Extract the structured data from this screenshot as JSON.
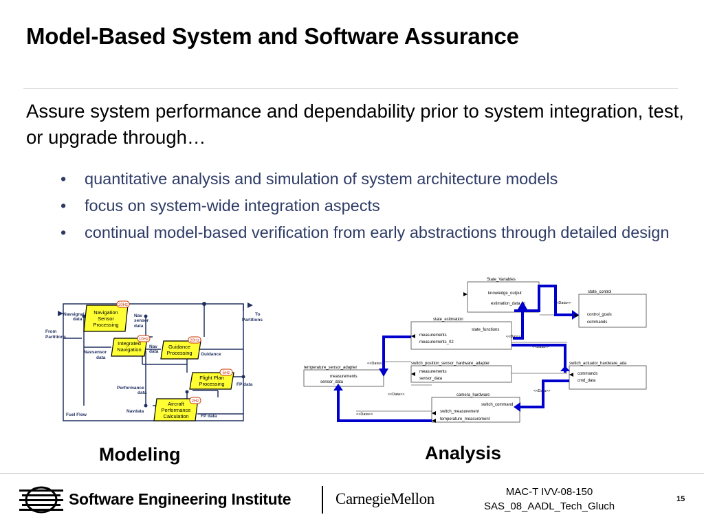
{
  "slide": {
    "title": "Model-Based System and Software Assurance",
    "intro": "Assure system performance and dependability prior to system integration, test, or upgrade through…",
    "bullets": [
      "quantitative analysis and simulation of system architecture models",
      "focus on system-wide integration aspects",
      "continual model-based verification from early abstractions through detailed design"
    ],
    "bullet_glyph": "•"
  },
  "captions": {
    "modeling": "Modeling",
    "analysis": "Analysis"
  },
  "modeling_diagram": {
    "blocks": [
      {
        "label": "Navigation Sensor Processing",
        "rate": "20Hz"
      },
      {
        "label": "Integrated Navigation",
        "rate": "10Hz"
      },
      {
        "label": "Guidance Processing",
        "rate": "20Hz"
      },
      {
        "label": "Flight Plan Processing",
        "rate": "5Hz"
      },
      {
        "label": "Aircraft Performance Calculation",
        "rate": "2Hz"
      }
    ],
    "labels": {
      "navsignal": "Navsignal data",
      "from": "From Partitions",
      "to": "To Partitions",
      "navsensor_out": "Nav sensor data",
      "navsensor_in": "Navsensor data",
      "nav_data": "Nav data",
      "guidance": "Guidance",
      "performance": "Performance data",
      "fp_data_1": "FP data",
      "fp_data_2": "FP data",
      "navdata": "Navdata",
      "fuel_flow": "Fuel Flow"
    }
  },
  "analysis_diagram": {
    "components": [
      {
        "name": "State_Variables",
        "ports": [
          "knowledge_output",
          "estimation_data_in"
        ]
      },
      {
        "name": "state_control",
        "ports": [
          "control_goals",
          "commands"
        ]
      },
      {
        "name": "state_estimation",
        "ports": [
          "state_functions",
          "measurements",
          "measurements_02"
        ]
      },
      {
        "name": "temperature_sensor_adapter",
        "ports": [
          "measurements",
          "sensor_data"
        ]
      },
      {
        "name": "switch_position_sensor_hardware_adapter",
        "ports": [
          "measurements",
          "sensor_data"
        ]
      },
      {
        "name": "switch_actuator_hardware_ada",
        "ports": [
          "commands",
          "cmd_data"
        ]
      },
      {
        "name": "camera_hardware",
        "ports": [
          "switch_command",
          "switch_measurement",
          "temperature_measurement"
        ]
      }
    ],
    "data_tag": "<<Data>>"
  },
  "footer": {
    "sei": "Software Engineering Institute",
    "cmu": "CarnegieMellon",
    "ref_line1": "MAC-T IVV-08-150",
    "ref_line2": "SAS_08_AADL_Tech_Gluch",
    "page": "15"
  },
  "colors": {
    "bullet_text": "#2e3b66",
    "block_fill": "#ffff33",
    "rate_badge": "#cc3300",
    "arrow_blue": "#0000cc",
    "wire": "#203060"
  }
}
